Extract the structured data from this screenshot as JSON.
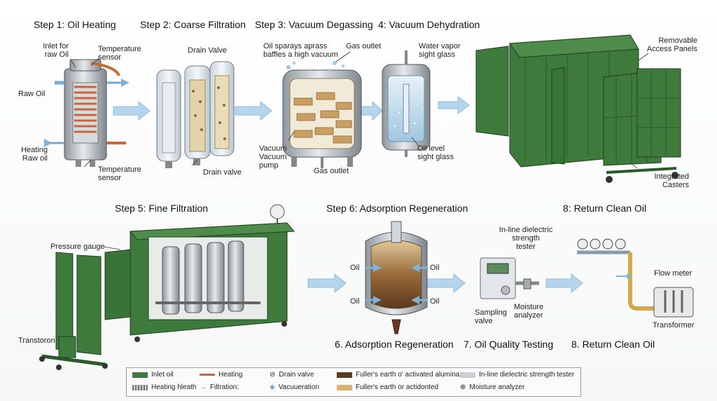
{
  "steps": {
    "s1": "Step 1: Oil Heating",
    "s2": "Step 2: Coarse Filtration",
    "s3": "Step 3: Vacuum Degassing",
    "s4": "4: Vacuum Dehydration",
    "s5": "Step 5: Fine Filtration",
    "s6": "Step 6: Adsorption Regeneration",
    "s8": "8: Return Clean Oil",
    "b6": "6. Adsorption Regeneration",
    "b7": "7. Oil Quality Testing",
    "b8": "8. Return Clean Oil"
  },
  "labels": {
    "inlet_raw": "Inlet for\nraw Oil",
    "temp_sensor_top": "Temperature\nsensor",
    "raw_oil": "Raw Oil",
    "heating_raw": "Heating\nRaw oil",
    "temp_sensor_bottom": "Temperature\nsensor",
    "drain_valve_top": "Drain Valve",
    "drain_valve_bottom": "Drain valve",
    "oil_sprays": "Oil sparays aprass\nbaffles a high vacuum",
    "gas_outlet_top": "Gas outlet",
    "vacuum_pump": "Vacuum\nVacuum\npump",
    "gas_outlet_bottom": "Gas outlet",
    "water_vapor": "Water vapor\nsight glass",
    "oil_level": "Oil level\nsight glass",
    "removable_panels": "Removable\nAccess Panels",
    "integrated_casters": "Integrated\nCasters",
    "pressure_gauge": "Pressure gauge",
    "transtoron": "Transtoron",
    "oil_l1": "Oil",
    "oil_r1": "Oil",
    "oil_l2": "Oil",
    "oil_r2": "Oil",
    "dielectric_tester": "In-line dielectric\nstrength\ntester",
    "sampling_valve": "Sampling\nvalve",
    "moisture_analyzer": "Moisture\nanalyzer",
    "flow_meter": "Flow meter",
    "transformer": "Transformer"
  },
  "legend": {
    "inlet_oil": "Inlet oil",
    "heating": "Heating",
    "drain_valve": "Drain valve",
    "fullers_alumina": "Fuller's earth o' activated alumina",
    "dielectric": "In-line dielectric strength tester",
    "heating_heath": "Heating hleath",
    "filtration": "Filtration:",
    "vacuueration": "Vacuueration",
    "fullers_actidonted": "Fuller's earth or actidonted",
    "moisture": "Moisture analyzer"
  },
  "colors": {
    "green": "#3f7a3d",
    "green_dark": "#2b5a2b",
    "flow_arrow": "#a9cde8",
    "heating": "#c9673a",
    "steel": "#b8bfc6",
    "fullers": "#7a5530",
    "fullers_light": "#d9b46e",
    "copper": "#c07a3e"
  }
}
